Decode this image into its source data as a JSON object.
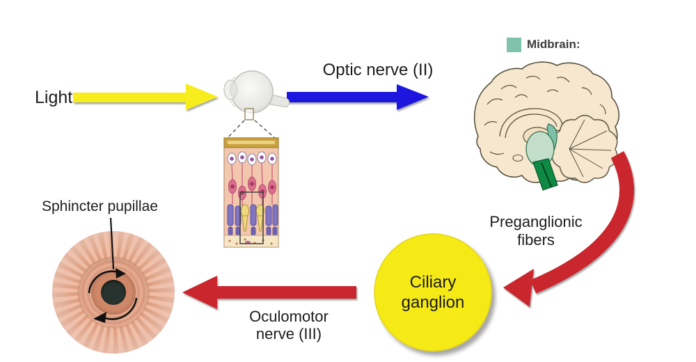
{
  "diagram": {
    "labels": {
      "light": "Light",
      "optic_nerve": "Optic nerve (II)",
      "preganglionic": [
        "Preganglionic",
        "fibers"
      ],
      "ciliary_ganglion": [
        "Ciliary",
        "ganglion"
      ],
      "oculomotor": [
        "Oculomotor",
        "nerve (III)"
      ],
      "sphincter_pupillae": "Sphincter pupillae"
    },
    "legend": {
      "midbrain_label": "Midbrain:",
      "swatch_color": "#7FC3AC"
    },
    "colors": {
      "light_arrow": "#F8ED1D",
      "optic_nerve_arrow": "#1F14DF",
      "pathway_arrow": "#C9252D",
      "ciliary_ganglion_fill": "#F5EA15",
      "brain_fill": "#F6E7CE",
      "midbrain_highlight": "#C3DECA",
      "midbrain_tectum": "#7EC0A8",
      "brainstem_green": "#0F8A45"
    }
  }
}
